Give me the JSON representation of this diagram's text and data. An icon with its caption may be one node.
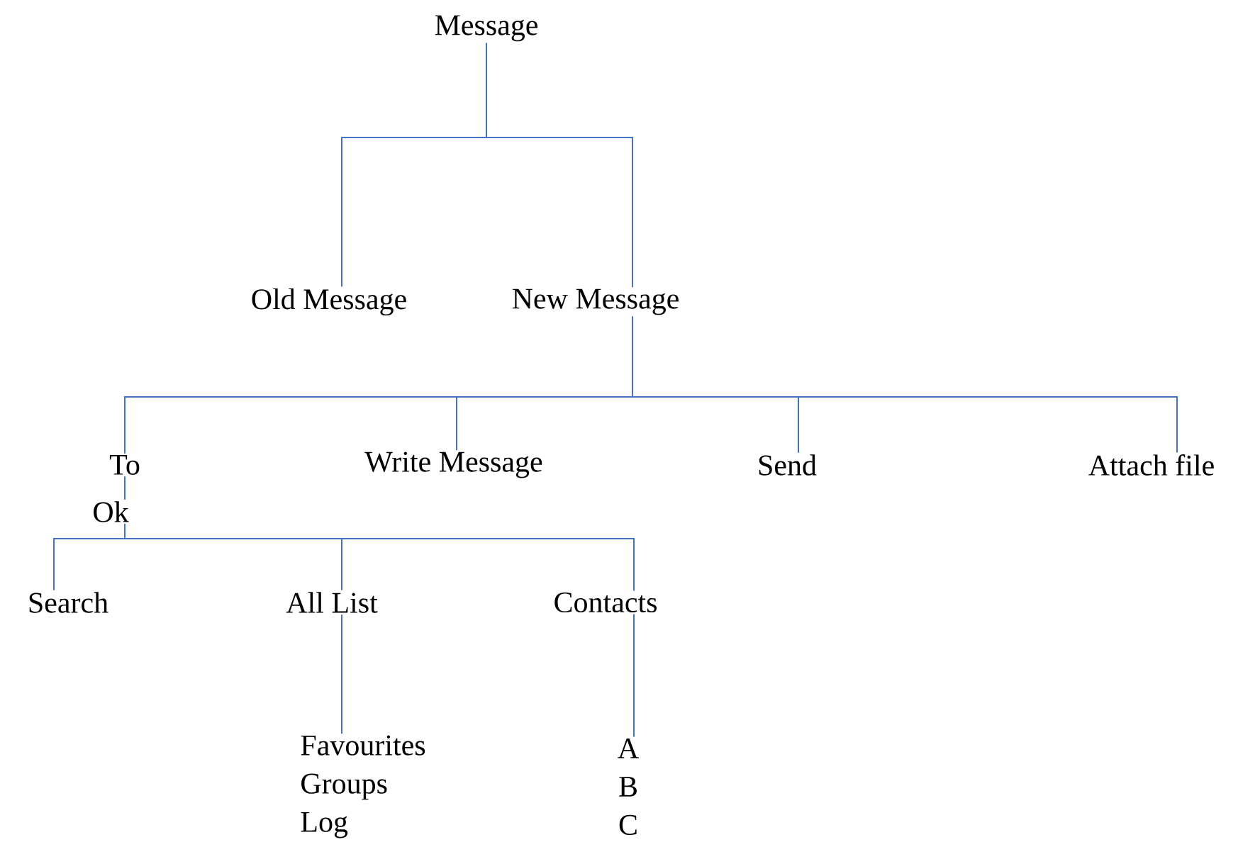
{
  "diagram": {
    "nodes": [
      {
        "text": [
          "Message"
        ]
      },
      {
        "text": [
          "Old Message"
        ]
      },
      {
        "text": [
          "New Message"
        ]
      },
      {
        "text": [
          "To"
        ]
      },
      {
        "text": [
          "Write Message"
        ]
      },
      {
        "text": [
          "Send"
        ]
      },
      {
        "text": [
          "Attach file"
        ]
      },
      {
        "text": [
          "Ok"
        ]
      },
      {
        "text": [
          "Search"
        ]
      },
      {
        "text": [
          "All List"
        ]
      },
      {
        "text": [
          "Contacts"
        ]
      },
      {
        "text": [
          "Favourites",
          "Groups",
          "Log"
        ]
      },
      {
        "text": [
          "A",
          "B",
          "C"
        ]
      }
    ],
    "edges": [
      {
        "from": 0,
        "to": 1,
        "arrow": "none"
      },
      {
        "from": 0,
        "to": 2,
        "arrow": "none"
      },
      {
        "from": 2,
        "to": 3,
        "arrow": "none"
      },
      {
        "from": 2,
        "to": 4,
        "arrow": "none"
      },
      {
        "from": 2,
        "to": 5,
        "arrow": "none"
      },
      {
        "from": 2,
        "to": 6,
        "arrow": "none"
      },
      {
        "from": 3,
        "to": 7,
        "arrow": "none"
      },
      {
        "from": 7,
        "to": 8,
        "arrow": "none"
      },
      {
        "from": 7,
        "to": 9,
        "arrow": "none"
      },
      {
        "from": 7,
        "to": 10,
        "arrow": "none"
      },
      {
        "from": 9,
        "to": 11,
        "arrow": "none"
      },
      {
        "from": 10,
        "to": 12,
        "arrow": "none"
      }
    ]
  }
}
